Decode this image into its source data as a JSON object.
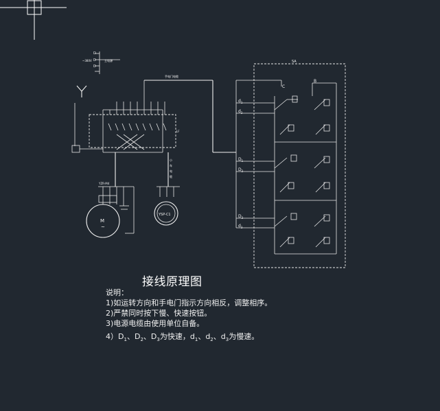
{
  "diagram": {
    "title": "接线原理图",
    "notes_heading": "说明：",
    "notes": [
      "1)如运转方向和手电门指示方向相反，调整相序。",
      "2)严禁同时按下慢、快速按钮。",
      "3)电源电缆由使用单位自备。"
    ],
    "note4": {
      "prefix": "4）",
      "fast_terms": [
        "D",
        "D",
        "D"
      ],
      "fast_subs": [
        "1",
        "2",
        "3"
      ],
      "fast_suffix": "为快速，",
      "slow_terms": [
        "d",
        "d",
        "d"
      ],
      "slow_subs": [
        "1",
        "2",
        "3"
      ],
      "slow_suffix": "为慢速。",
      "separator": "、"
    },
    "labels": {
      "motor": "M",
      "motor_sub": "~",
      "brake": "YSP-C1",
      "switch_box": "SA",
      "contact_c": "C",
      "contact_b": "B",
      "wire_D1": "D",
      "wire_D1_sub": "1",
      "wire_d1": "d",
      "wire_d1_sub": "1",
      "wire_D2": "D",
      "wire_D2_sub": "2",
      "wire_d2": "d",
      "wire_d2_sub": "2",
      "wire_D3": "D",
      "wire_D3_sub": "3",
      "wire_d3": "d",
      "wire_d3_sub": "3"
    },
    "colors": {
      "background": "#212830",
      "lines": "#f2f2f2"
    }
  }
}
